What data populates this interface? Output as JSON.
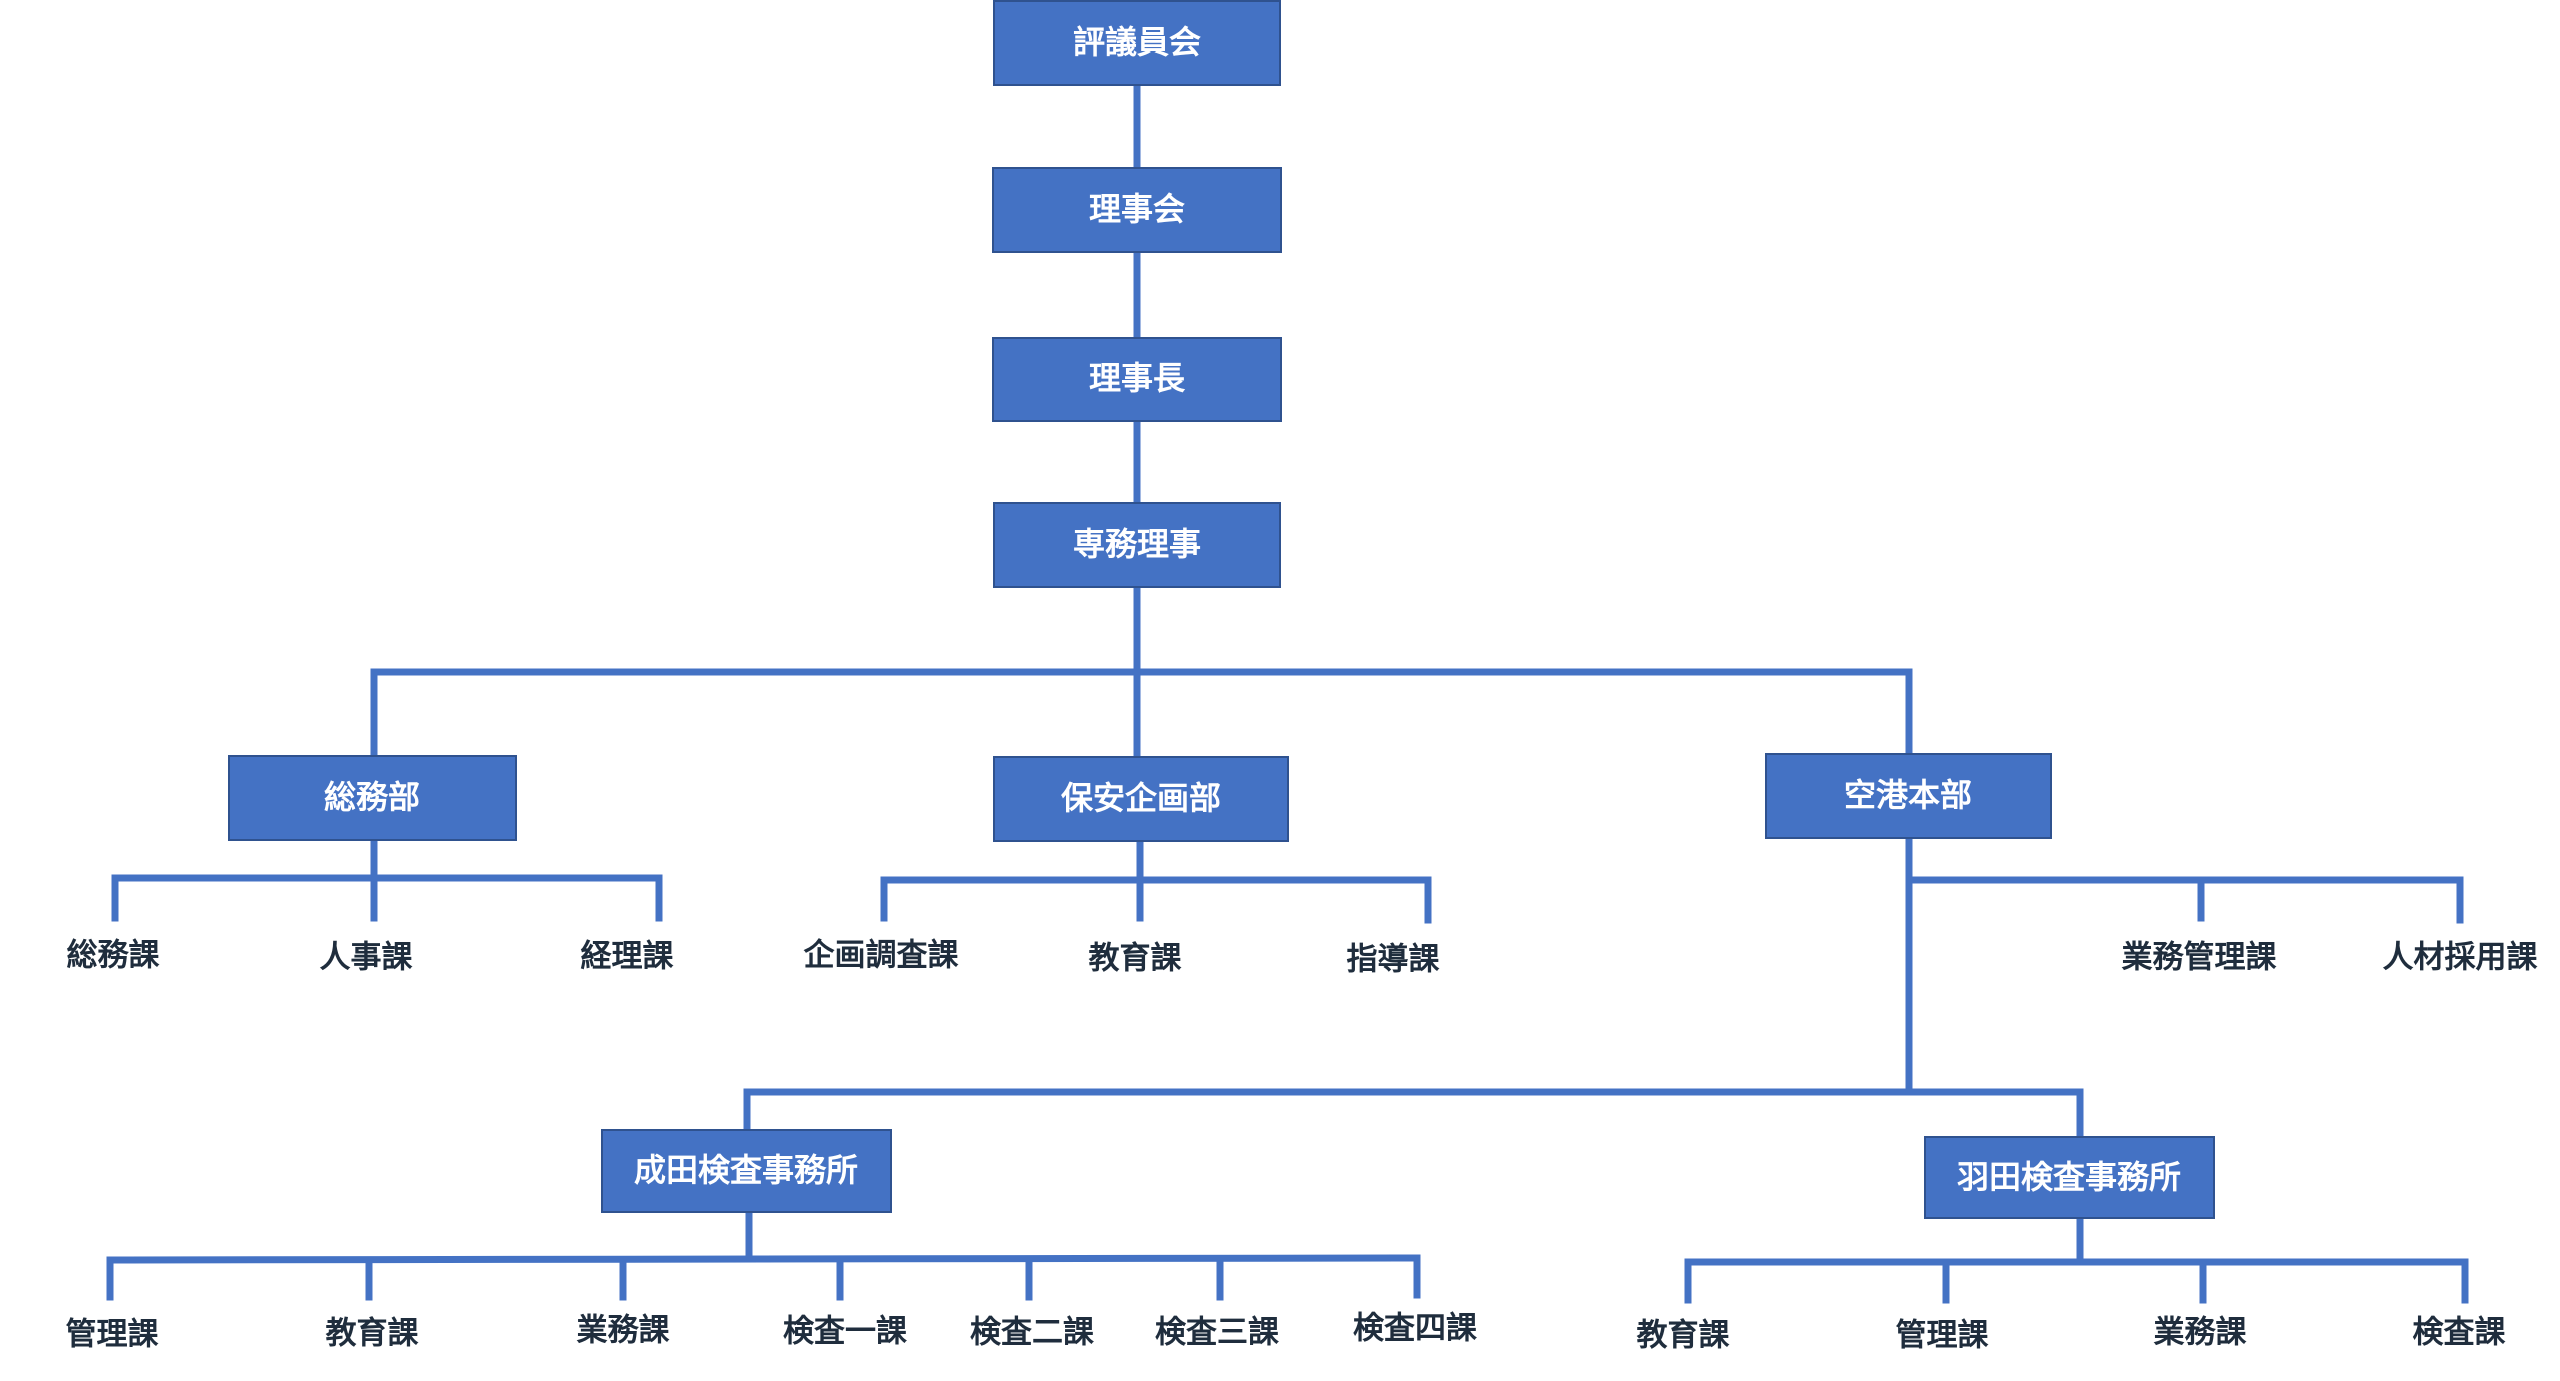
{
  "colors": {
    "box_fill": "#4472c4",
    "box_border": "#2f528f",
    "connector": "#4472c4",
    "box_text": "#ffffff",
    "leaf_text": "#1f2d3d"
  },
  "boxes": {
    "council": "評議員会",
    "board": "理事会",
    "chairman": "理事長",
    "executive_director": "専務理事",
    "general_affairs_dept": "総務部",
    "security_planning_dept": "保安企画部",
    "airport_hq": "空港本部",
    "narita_office": "成田検査事務所",
    "haneda_office": "羽田検査事務所"
  },
  "sections": {
    "general_affairs": [
      "総務課",
      "人事課",
      "経理課"
    ],
    "security_planning": [
      "企画調査課",
      "教育課",
      "指導課"
    ],
    "airport_hq": [
      "業務管理課",
      "人材採用課"
    ],
    "narita": [
      "管理課",
      "教育課",
      "業務課",
      "検査一課",
      "検査二課",
      "検査三課",
      "検査四課"
    ],
    "haneda": [
      "教育課",
      "管理課",
      "業務課",
      "検査課"
    ]
  }
}
